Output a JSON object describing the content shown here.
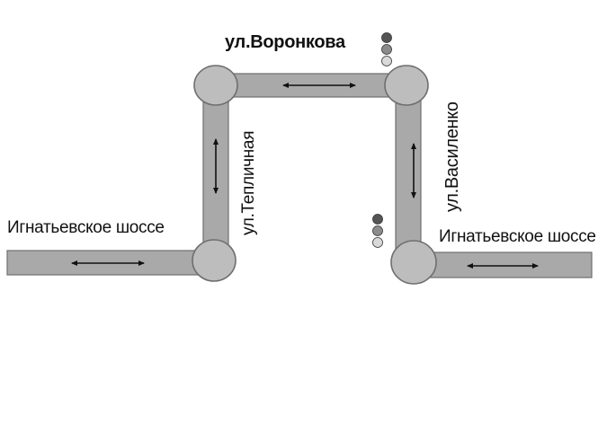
{
  "streets": {
    "voronkova": "ул.Воронкова",
    "teplichnaya": "ул.Тепличная",
    "vasilenko": "ул.Василенко",
    "ignatyevskoe_left": "Игнатьевское шоссе",
    "ignatyevskoe_right": "Игнатьевское шоссе"
  },
  "colors": {
    "road": "#a9a9a9",
    "road_edge": "#6e6e6e",
    "junction": "#bdbdbd",
    "arrow": "#111111",
    "light_top": "#555555",
    "light_middle": "#8c8c8c",
    "light_bottom": "#d9d9d9"
  },
  "icons": {
    "traffic_light": "traffic-light-icon",
    "two_way_arrow": "double-arrow-icon"
  }
}
